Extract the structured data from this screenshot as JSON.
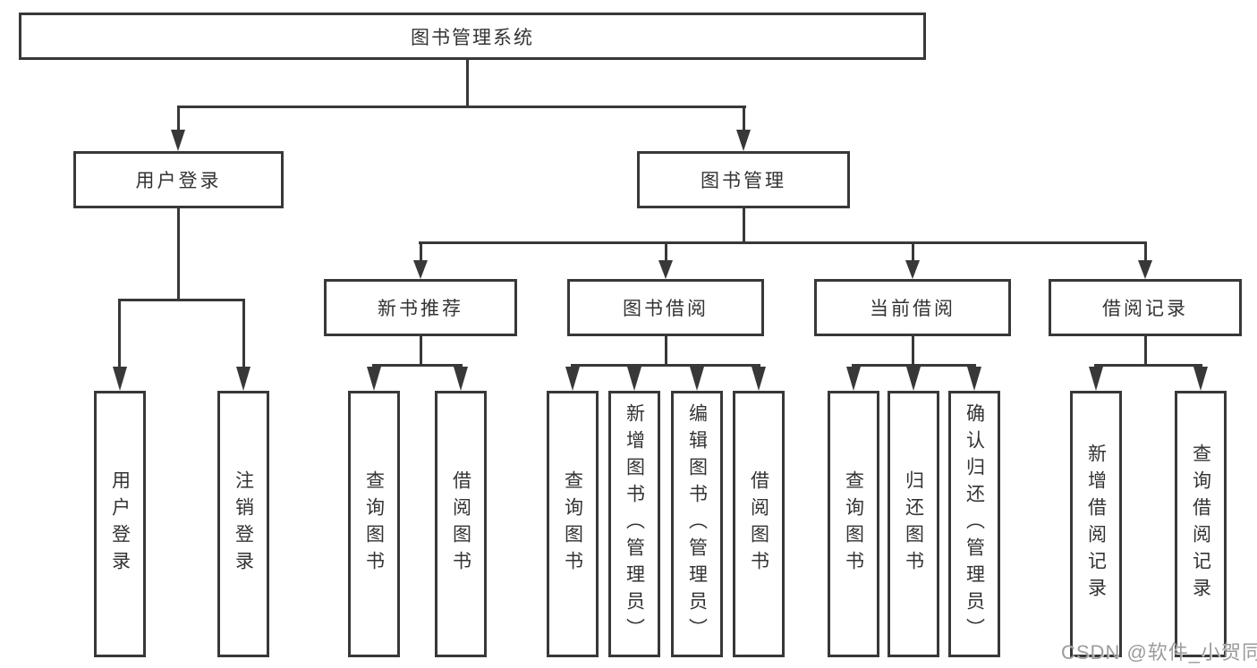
{
  "diagram": {
    "root": {
      "label": "图书管理系统"
    },
    "level2": [
      {
        "label": "用户登录"
      },
      {
        "label": "图书管理"
      }
    ],
    "level3": [
      {
        "label": "新书推荐"
      },
      {
        "label": "图书借阅"
      },
      {
        "label": "当前借阅"
      },
      {
        "label": "借阅记录"
      }
    ],
    "leaves": [
      {
        "label": "用户登录"
      },
      {
        "label": "注销登录"
      },
      {
        "label": "查询图书"
      },
      {
        "label": "借阅图书"
      },
      {
        "label": "查询图书"
      },
      {
        "label": "新增图书（管理员）"
      },
      {
        "label": "编辑图书（管理员）"
      },
      {
        "label": "借阅图书"
      },
      {
        "label": "查询图书"
      },
      {
        "label": "归还图书"
      },
      {
        "label": "确认归还（管理员）"
      },
      {
        "label": "新增借阅记录"
      },
      {
        "label": "查询借阅记录"
      }
    ],
    "watermark": "CSDN @软件_小贺同学",
    "colors": {
      "line": "#383838",
      "text": "#333333",
      "watermark": "#9c9c9c",
      "background": "#ffffff"
    }
  }
}
